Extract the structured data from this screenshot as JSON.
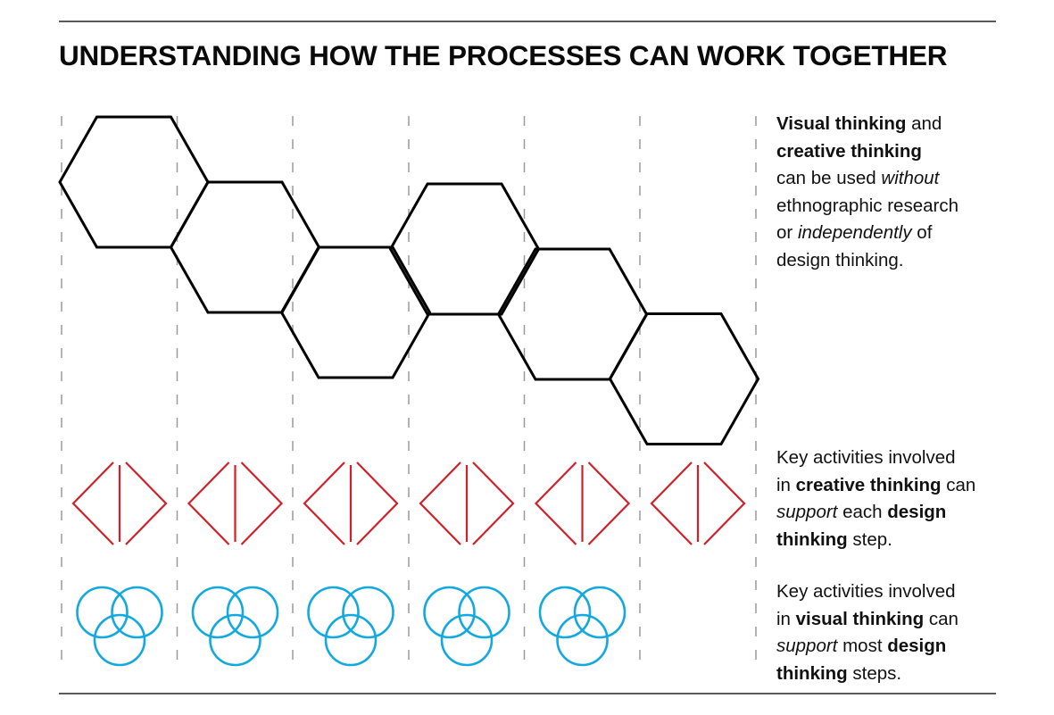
{
  "title": "UNDERSTANDING HOW THE PROCESSES CAN WORK TOGETHER",
  "colors": {
    "hexagon_stroke": "#000000",
    "creative_icon": "#d0202a",
    "visual_icon": "#12a8e0",
    "guide_lines": "#9a9a9a",
    "rules": "#5a5a5a"
  },
  "columns": 6,
  "design_thinking_steps": [
    {
      "id": "step-1"
    },
    {
      "id": "step-2"
    },
    {
      "id": "step-3"
    },
    {
      "id": "step-4"
    },
    {
      "id": "step-5"
    },
    {
      "id": "step-6"
    }
  ],
  "creative_thinking_icons": [
    "diamond-split-icon",
    "diamond-split-icon",
    "diamond-split-icon",
    "diamond-split-icon",
    "diamond-split-icon",
    "diamond-split-icon"
  ],
  "visual_thinking_icons": [
    "venn-three-circles-icon",
    "venn-three-circles-icon",
    "venn-three-circles-icon",
    "venn-three-circles-icon",
    "venn-three-circles-icon"
  ],
  "notes": {
    "note1": {
      "l1_bold": "Visual thinking",
      "l1_rest": " and",
      "l2_bold": "creative thinking",
      "l3_plain": "can be used ",
      "l3_italic": "without",
      "l4_plain": "ethnographic research",
      "l5_plain": "or ",
      "l5_italic": "independently",
      "l5_rest": " of",
      "l6_plain": "design thinking."
    },
    "note2": {
      "l1_plain": "Key activities involved",
      "l2_plain": "in ",
      "l2_bold": "creative thinking",
      "l2_rest": " can",
      "l3_italic": "support",
      "l3_plain": " each ",
      "l3_bold": "design",
      "l4_bold": "thinking",
      "l4_rest": " step."
    },
    "note3": {
      "l1_plain": "Key activities involved",
      "l2_plain": "in ",
      "l2_bold": "visual thinking",
      "l2_rest": " can",
      "l3_italic": "support",
      "l3_plain": " most ",
      "l3_bold": "design",
      "l4_bold": "thinking",
      "l4_rest": " steps."
    }
  }
}
